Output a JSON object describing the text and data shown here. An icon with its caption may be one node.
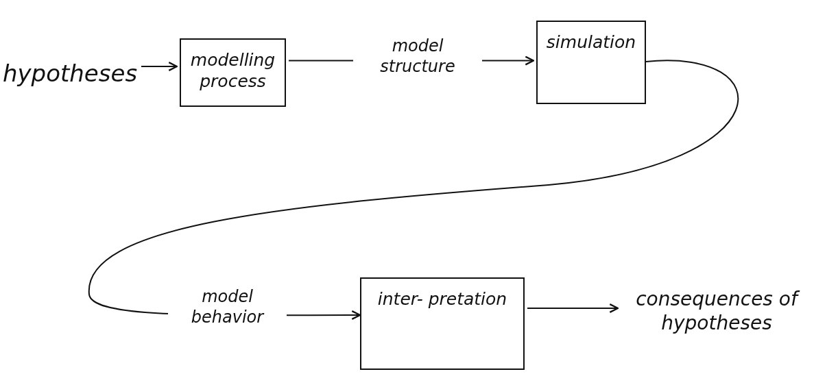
{
  "diagram": {
    "nodes": [
      {
        "text": [
          "hypotheses"
        ]
      },
      {
        "text": [
          "modelling process"
        ]
      },
      {
        "text": [
          "simulation"
        ]
      },
      {
        "text": [
          "inter- pretation"
        ]
      },
      {
        "text": [
          "consequences of hypotheses"
        ]
      }
    ],
    "edges": [
      {
        "from": 0,
        "to": 1,
        "arrow": "to"
      },
      {
        "from": 1,
        "to": 2,
        "arrow": "to",
        "label": "model structure"
      },
      {
        "from": 2,
        "to": 3,
        "arrow": "to",
        "label": "model behavior"
      },
      {
        "from": 3,
        "to": 4,
        "arrow": "to"
      }
    ]
  }
}
